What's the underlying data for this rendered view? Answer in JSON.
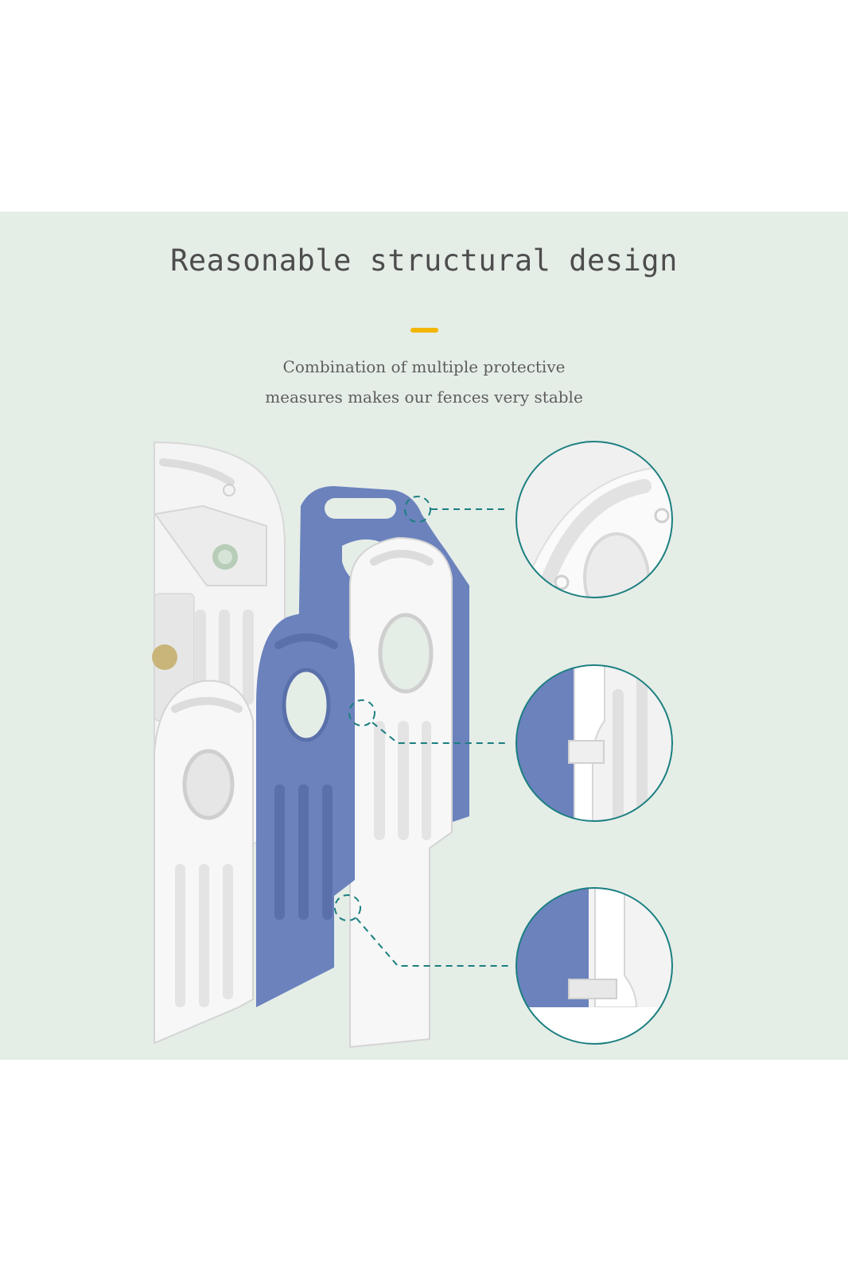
{
  "heading": {
    "title": "Reasonable structural design",
    "subtitle_line_1": "Combination of multiple protective",
    "subtitle_line_2": "measures makes our fences very stable"
  },
  "colors": {
    "background": "#e5ede7",
    "accent": "#f2b600",
    "fence_blue": "#6b82bd",
    "fence_white": "#f7f7f7",
    "callout_teal": "#1c7f80"
  },
  "illustration": {
    "subject": "baby playpen fence panels",
    "detail_callouts": [
      "top-connector-detail",
      "middle-joint-detail",
      "base-foot-detail"
    ]
  }
}
